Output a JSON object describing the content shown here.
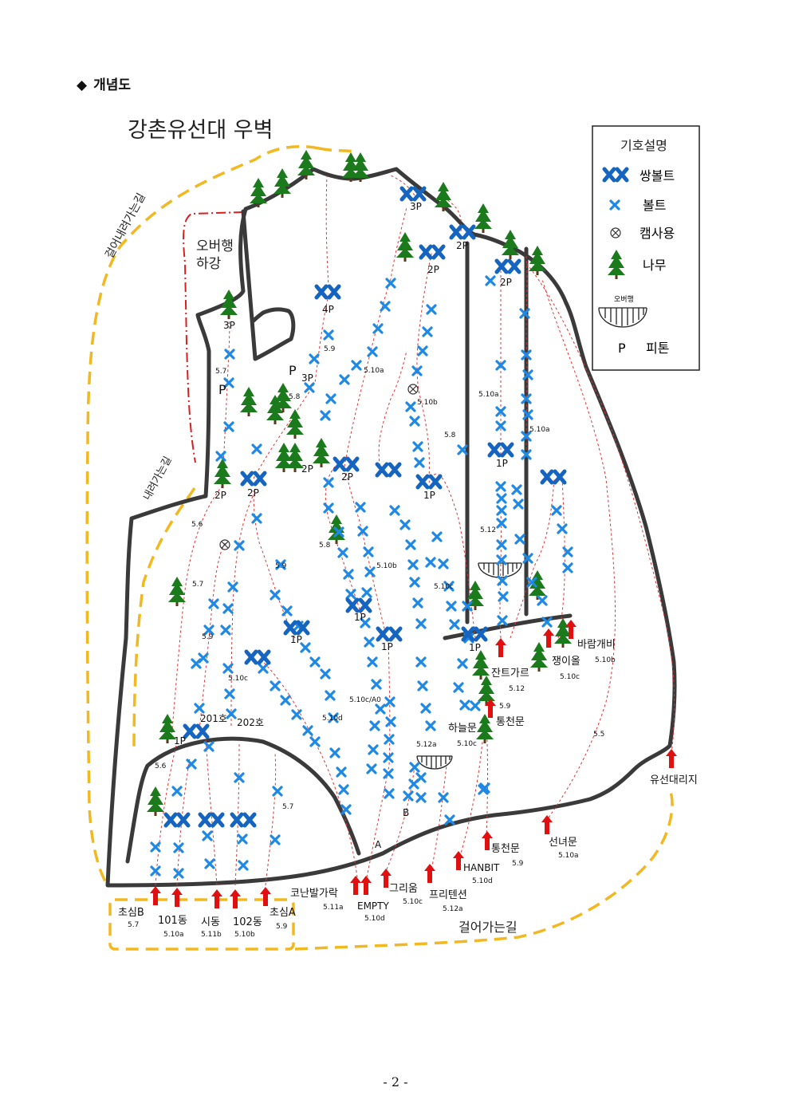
{
  "heading": {
    "bullet": "◆",
    "text": "개념도"
  },
  "map": {
    "title": "강촌유선대 우벽",
    "colors": {
      "rock": "#3a3a3a",
      "trail": "#f2b820",
      "route": "#d33",
      "bolt": "#1e88e5",
      "anchor": "#1565c0",
      "tree": "#1b7a1b",
      "start_arrow": "#e01010",
      "rappel": "#d62020"
    },
    "legend": {
      "title": "기호설명",
      "items": [
        {
          "icon": "double-bolt-icon",
          "label": "쌍볼트"
        },
        {
          "icon": "bolt-icon",
          "label": "볼트"
        },
        {
          "icon": "cam-icon",
          "label": "캠사용"
        },
        {
          "icon": "tree-icon",
          "label": "나무"
        },
        {
          "icon": "overhang-icon",
          "label": "오버행"
        },
        {
          "icon": "piton-icon",
          "symbol": "P",
          "label": "피톤"
        }
      ]
    },
    "trail_labels": [
      {
        "id": "descent-trail",
        "text": "걸어내려가는길"
      },
      {
        "id": "descent-trail-2",
        "text": "내려가는길"
      },
      {
        "id": "approach-trail",
        "text": "걸어가는길"
      },
      {
        "id": "overhang-rappel",
        "text": "오버행\n하강"
      }
    ],
    "routes": [
      {
        "name": "초심B",
        "grade": "5.7"
      },
      {
        "name": "101동",
        "grade": "5.10a"
      },
      {
        "name": "시동",
        "grade": "5.11b"
      },
      {
        "name": "102동",
        "grade": "5.10b"
      },
      {
        "name": "초심A",
        "grade": "5.9"
      },
      {
        "name": "코난발가락",
        "grade": "5.11a"
      },
      {
        "name": "EMPTY",
        "grade": "5.10d"
      },
      {
        "name": "그리움",
        "grade": "5.10c"
      },
      {
        "name": "프리텐션",
        "grade": "5.12a"
      },
      {
        "name": "HANBIT",
        "grade": "5.10d"
      },
      {
        "name": "통천문",
        "grade": "5.9"
      },
      {
        "name": "선녀문",
        "grade": "5.10a"
      },
      {
        "name": "유선대리지",
        "grade": "5.5"
      },
      {
        "name": "하늘문",
        "grade": "5.10c"
      },
      {
        "name": "통천문",
        "grade": "5.9"
      },
      {
        "name": "잔트가르",
        "grade": "5.12"
      },
      {
        "name": "쟁이올",
        "grade": "5.10c"
      },
      {
        "name": "바람개비",
        "grade": "5.10b"
      }
    ],
    "point_labels": [
      "1P",
      "1P",
      "1P",
      "1P",
      "1P",
      "1P",
      "1P",
      "2P",
      "2P",
      "2P",
      "2P",
      "2P",
      "2P",
      "3P",
      "3P",
      "3P",
      "4P",
      "A",
      "B",
      "201호",
      "202호",
      "P",
      "P"
    ],
    "grade_labels": [
      "5.6",
      "5.7",
      "5.9",
      "5.6",
      "5.7",
      "5.9",
      "5.10c",
      "5.9",
      "5.8",
      "5.10d",
      "5.10c/A0",
      "5.10b",
      "5.12a",
      "5.8",
      "5.10c",
      "5.9",
      "5.10a",
      "5.8",
      "5.10b",
      "5.10a",
      "5.12",
      "5.10a",
      "5.7",
      "5.5"
    ]
  },
  "footer": {
    "page": "- 2 -"
  }
}
